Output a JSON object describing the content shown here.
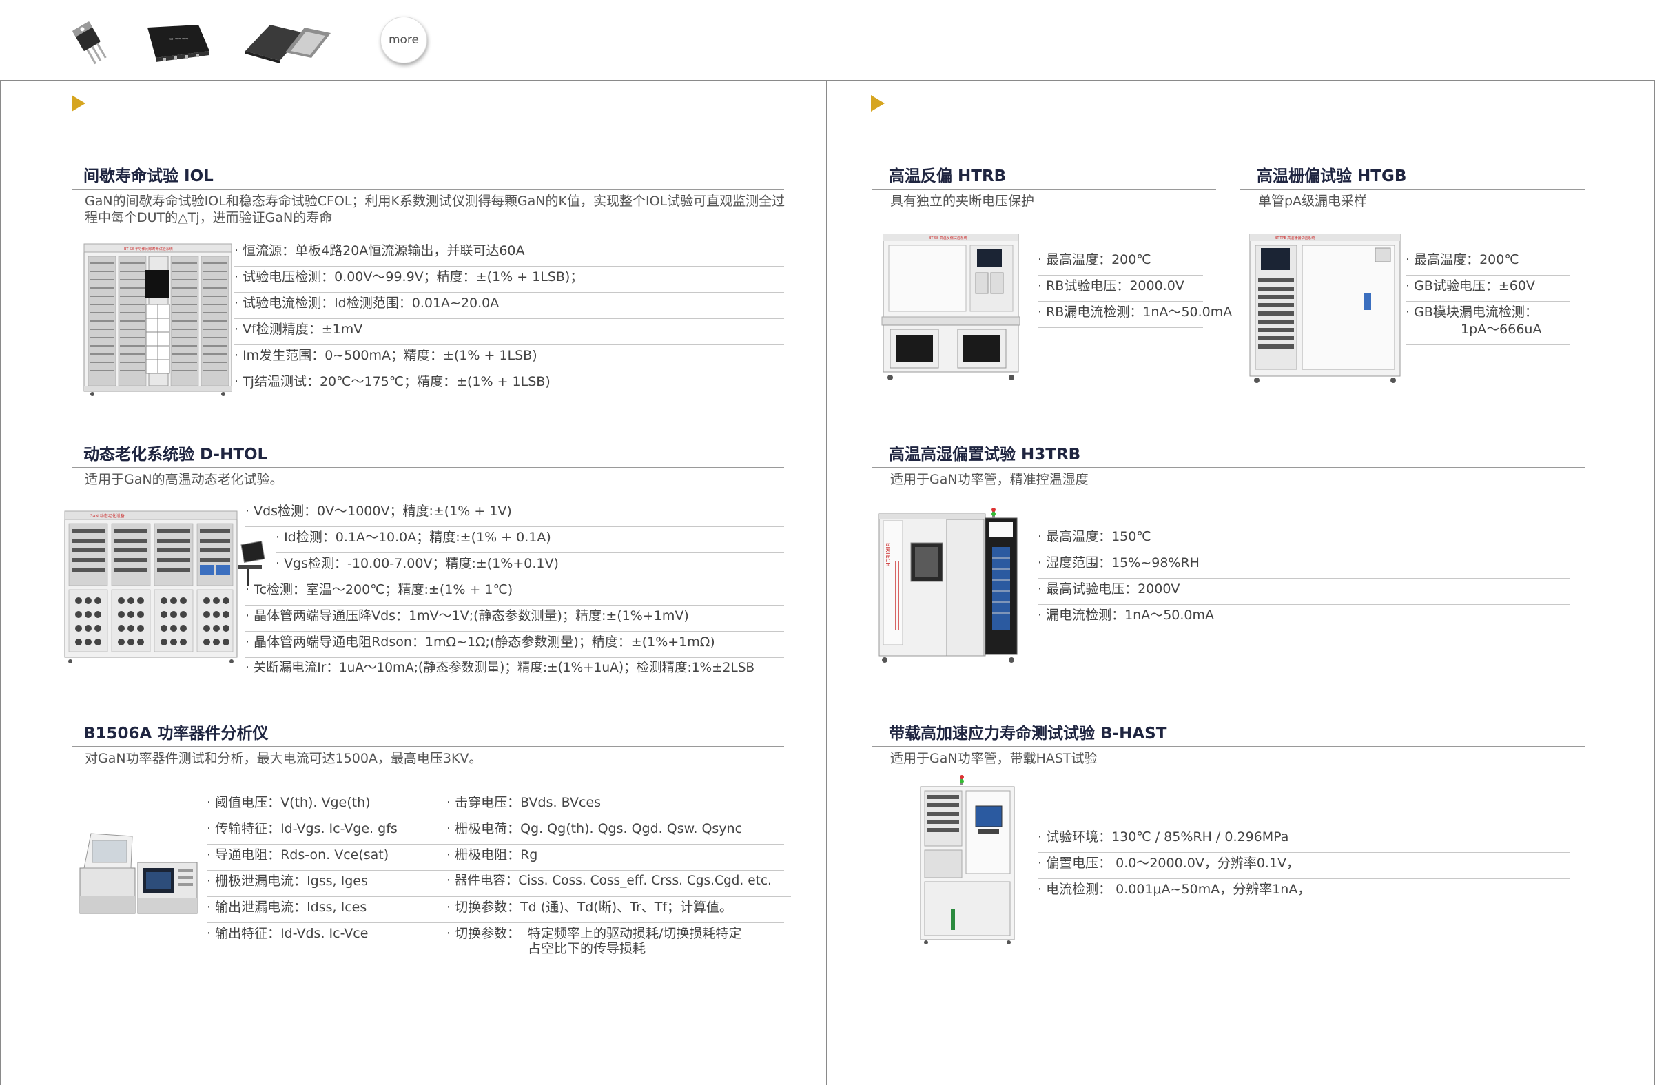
{
  "top": {
    "more_label": "more"
  },
  "iol": {
    "title": "间歇寿命试验 IOL",
    "desc": "GaN的间歇寿命试验IOL和稳态寿命试验CFOL；利用K系数测试仪测得每颗GaN的K值，实现整个IOL试验可直观监测全过程中每个DUT的△Tj，进而验证GaN的寿命",
    "specs": [
      "· 恒流源：单板4路20A恒流源输出，并联可达60A",
      "· 试验电压检测：0.00V～99.9V；精度：±(1% + 1LSB)；",
      "· 试验电流检测：Id检测范围：0.01A~20.0A",
      "· Vf检测精度：±1mV",
      "· Im发生范围：0~500mA；精度：±(1% + 1LSB)",
      "· Tj结温测试：20℃～175℃；精度：±(1% + 1LSB)"
    ]
  },
  "dhtol": {
    "title": "动态老化系统验 D-HTOL",
    "desc": "适用于GaN的高温动态老化试验。",
    "specs": [
      "· Vds检测：0V～1000V；精度:±(1% + 1V)",
      "· Id检测：0.1A～10.0A；精度:±(1% + 0.1A)",
      "· Vgs检测：-10.00-7.00V；精度:±(1%+0.1V)",
      "· Tc检测：室温～200℃；精度:±(1% + 1℃)",
      "· 晶体管两端导通压降Vds：1mV～1V;(静态参数测量)；精度:±(1%+1mV)",
      "· 晶体管两端导通电阻Rdson：1mΩ~1Ω;(静态参数测量)；精度：±(1%+1mΩ)",
      "· 关断漏电流Ir：1uA～10mA;(静态参数测量)；精度:±(1%+1uA)；检测精度:1%±2LSB"
    ]
  },
  "b1506a": {
    "title": "B1506A 功率器件分析仪",
    "desc": "对GaN功率器件测试和分析，最大电流可达1500A，最高电压3KV。",
    "left_specs": [
      "· 阈值电压：V(th). Vge(th)",
      "· 传输特征：Id-Vgs. Ic-Vge. gfs",
      "· 导通电阻：Rds-on. Vce(sat)",
      "· 栅极泄漏电流：Igss, Iges",
      "· 输出泄漏电流：Idss, Ices",
      "· 输出特征：Id-Vds. Ic-Vce"
    ],
    "right_specs": [
      "· 击穿电压：BVds. BVces",
      "· 栅极电荷：Qg. Qg(th). Qgs. Qgd. Qsw. Qsync",
      "· 栅极电阻：Rg",
      "· 器件电容：Ciss. Coss. Coss_eff. Crss. Cgs.Cgd. etc.",
      "· 切换参数：Td (通)、Td(断)、Tr、Tf；计算值。"
    ],
    "last_label": "· 切换参数：",
    "last_line1": "特定频率上的驱动损耗/切换损耗特定",
    "last_line2": "占空比下的传导损耗"
  },
  "htrb": {
    "title": "高温反偏 HTRB",
    "desc": "具有独立的夹断电压保护",
    "specs": [
      "· 最高温度：200℃",
      "· RB试验电压：2000.0V",
      "· RB漏电流检测：1nA～50.0mA"
    ]
  },
  "htgb": {
    "title": "高温栅偏试验 HTGB",
    "desc": "单管pA级漏电采样",
    "specs": [
      "· 最高温度：200℃",
      "· GB试验电压：±60V",
      "· GB模块漏电流检测："
    ],
    "spec_cont": "1pA～666uA"
  },
  "h3trb": {
    "title": "高温高湿偏置试验 H3TRB",
    "desc": "适用于GaN功率管，精准控温湿度",
    "specs": [
      "· 最高温度：150℃",
      "· 湿度范围：15%~98%RH",
      "· 最高试验电压：2000V",
      "· 漏电流检测：1nA～50.0mA"
    ]
  },
  "bhast": {
    "title": "带载高加速应力寿命测试试验 B-HAST",
    "desc": "适用于GaN功率管，带载HAST试验",
    "specs": [
      "· 试验环境：130℃ / 85%RH / 0.296MPa",
      "· 偏置电压：   0.0～2000.0V，分辨率0.1V，",
      "· 电流检测：   0.001μA~50mA，分辨率1nA，"
    ]
  },
  "machine_labels": {
    "iol": "BT-S8 半导体间歇寿命试验系统",
    "dhtol": "GaN 动态老化设备",
    "htrb": "BT-S8 高温反偏试验系统",
    "htgb": "BT-TPE 高温栅偏试验系统",
    "h3trb": "BIRTECH"
  },
  "colors": {
    "accent": "#d6a520",
    "title": "#1f2540"
  }
}
